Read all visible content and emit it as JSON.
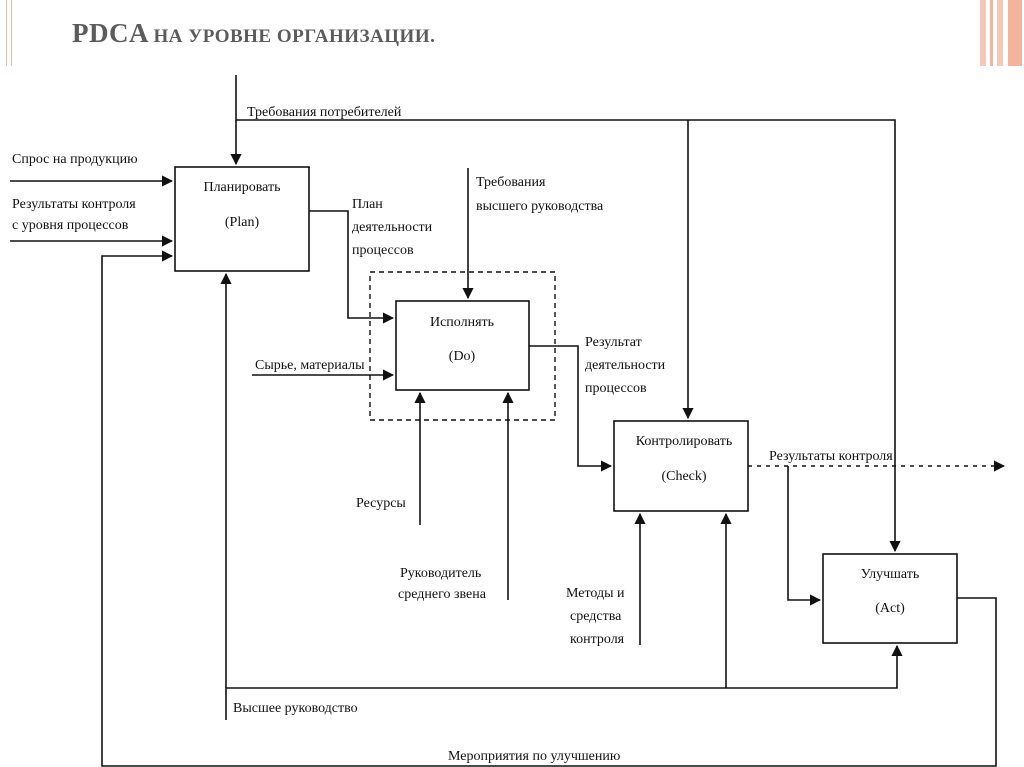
{
  "slide": {
    "title_bold": "PDCA",
    "title_rest": "НА УРОВНЕ ОРГАНИЗАЦИИ."
  },
  "blocks": {
    "plan": {
      "name": "Планировать",
      "code": "(Plan)"
    },
    "do": {
      "name": "Исполнять",
      "code": "(Do)"
    },
    "check": {
      "name": "Контролировать",
      "code": "(Check)"
    },
    "act": {
      "name": "Улучшать",
      "code": "(Act)"
    }
  },
  "labels": {
    "customer_requirements": "Требования потребителей",
    "product_demand": "Спрос на продукцию",
    "control_results_line1": "Результаты контроля",
    "control_results_line2": "с уровня процессов",
    "plan_output_line1": "План",
    "plan_output_line2": "деятельности",
    "plan_output_line3": "процессов",
    "top_mgmt_req_line1": "Требования",
    "top_mgmt_req_line2": "высшего руководства",
    "raw_materials": "Сырье, материалы",
    "process_result_line1": "Результат",
    "process_result_line2": "деятельности",
    "process_result_line3": "процессов",
    "resources": "Ресурсы",
    "middle_mgr_line1": "Руководитель",
    "middle_mgr_line2": "среднего звена",
    "methods_line1": "Методы и",
    "methods_line2": "средства",
    "methods_line3": "контроля",
    "check_results": "Результаты контроля",
    "top_management": "Высшее руководство",
    "improvement_measures": "Мероприятия по улучшению"
  },
  "colors": {
    "title": "#5b5b5b",
    "line": "#111111",
    "accent_stripe": "#f2b49c"
  }
}
